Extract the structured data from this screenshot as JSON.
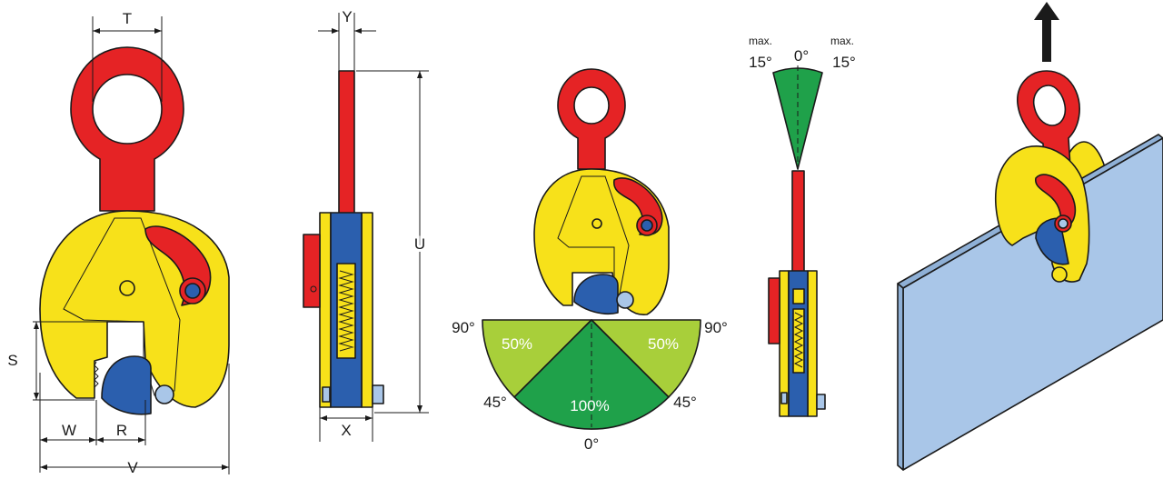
{
  "colors": {
    "yellow": "#f7e11a",
    "red": "#e52325",
    "blue": "#2b5fae",
    "green": "#1fa14a",
    "light_green": "#a8cf3a",
    "plate": "#a9c6e8",
    "outline": "#1a1a1a"
  },
  "dimensions": {
    "T": "T",
    "Y": "Y",
    "U": "U",
    "S": "S",
    "W": "W",
    "R": "R",
    "V": "V",
    "X": "X"
  },
  "load_chart": {
    "left_90": "90°",
    "right_90": "90°",
    "left_45": "45°",
    "right_45": "45°",
    "bottom_0": "0°",
    "left_sector": "50%",
    "right_sector": "50%",
    "center_sector": "100%"
  },
  "tilt": {
    "left_max": "max.",
    "left_deg": "15°",
    "center_deg": "0°",
    "right_max": "max.",
    "right_deg": "15°"
  },
  "icons": [
    "lifting-direction-arrow-icon"
  ]
}
